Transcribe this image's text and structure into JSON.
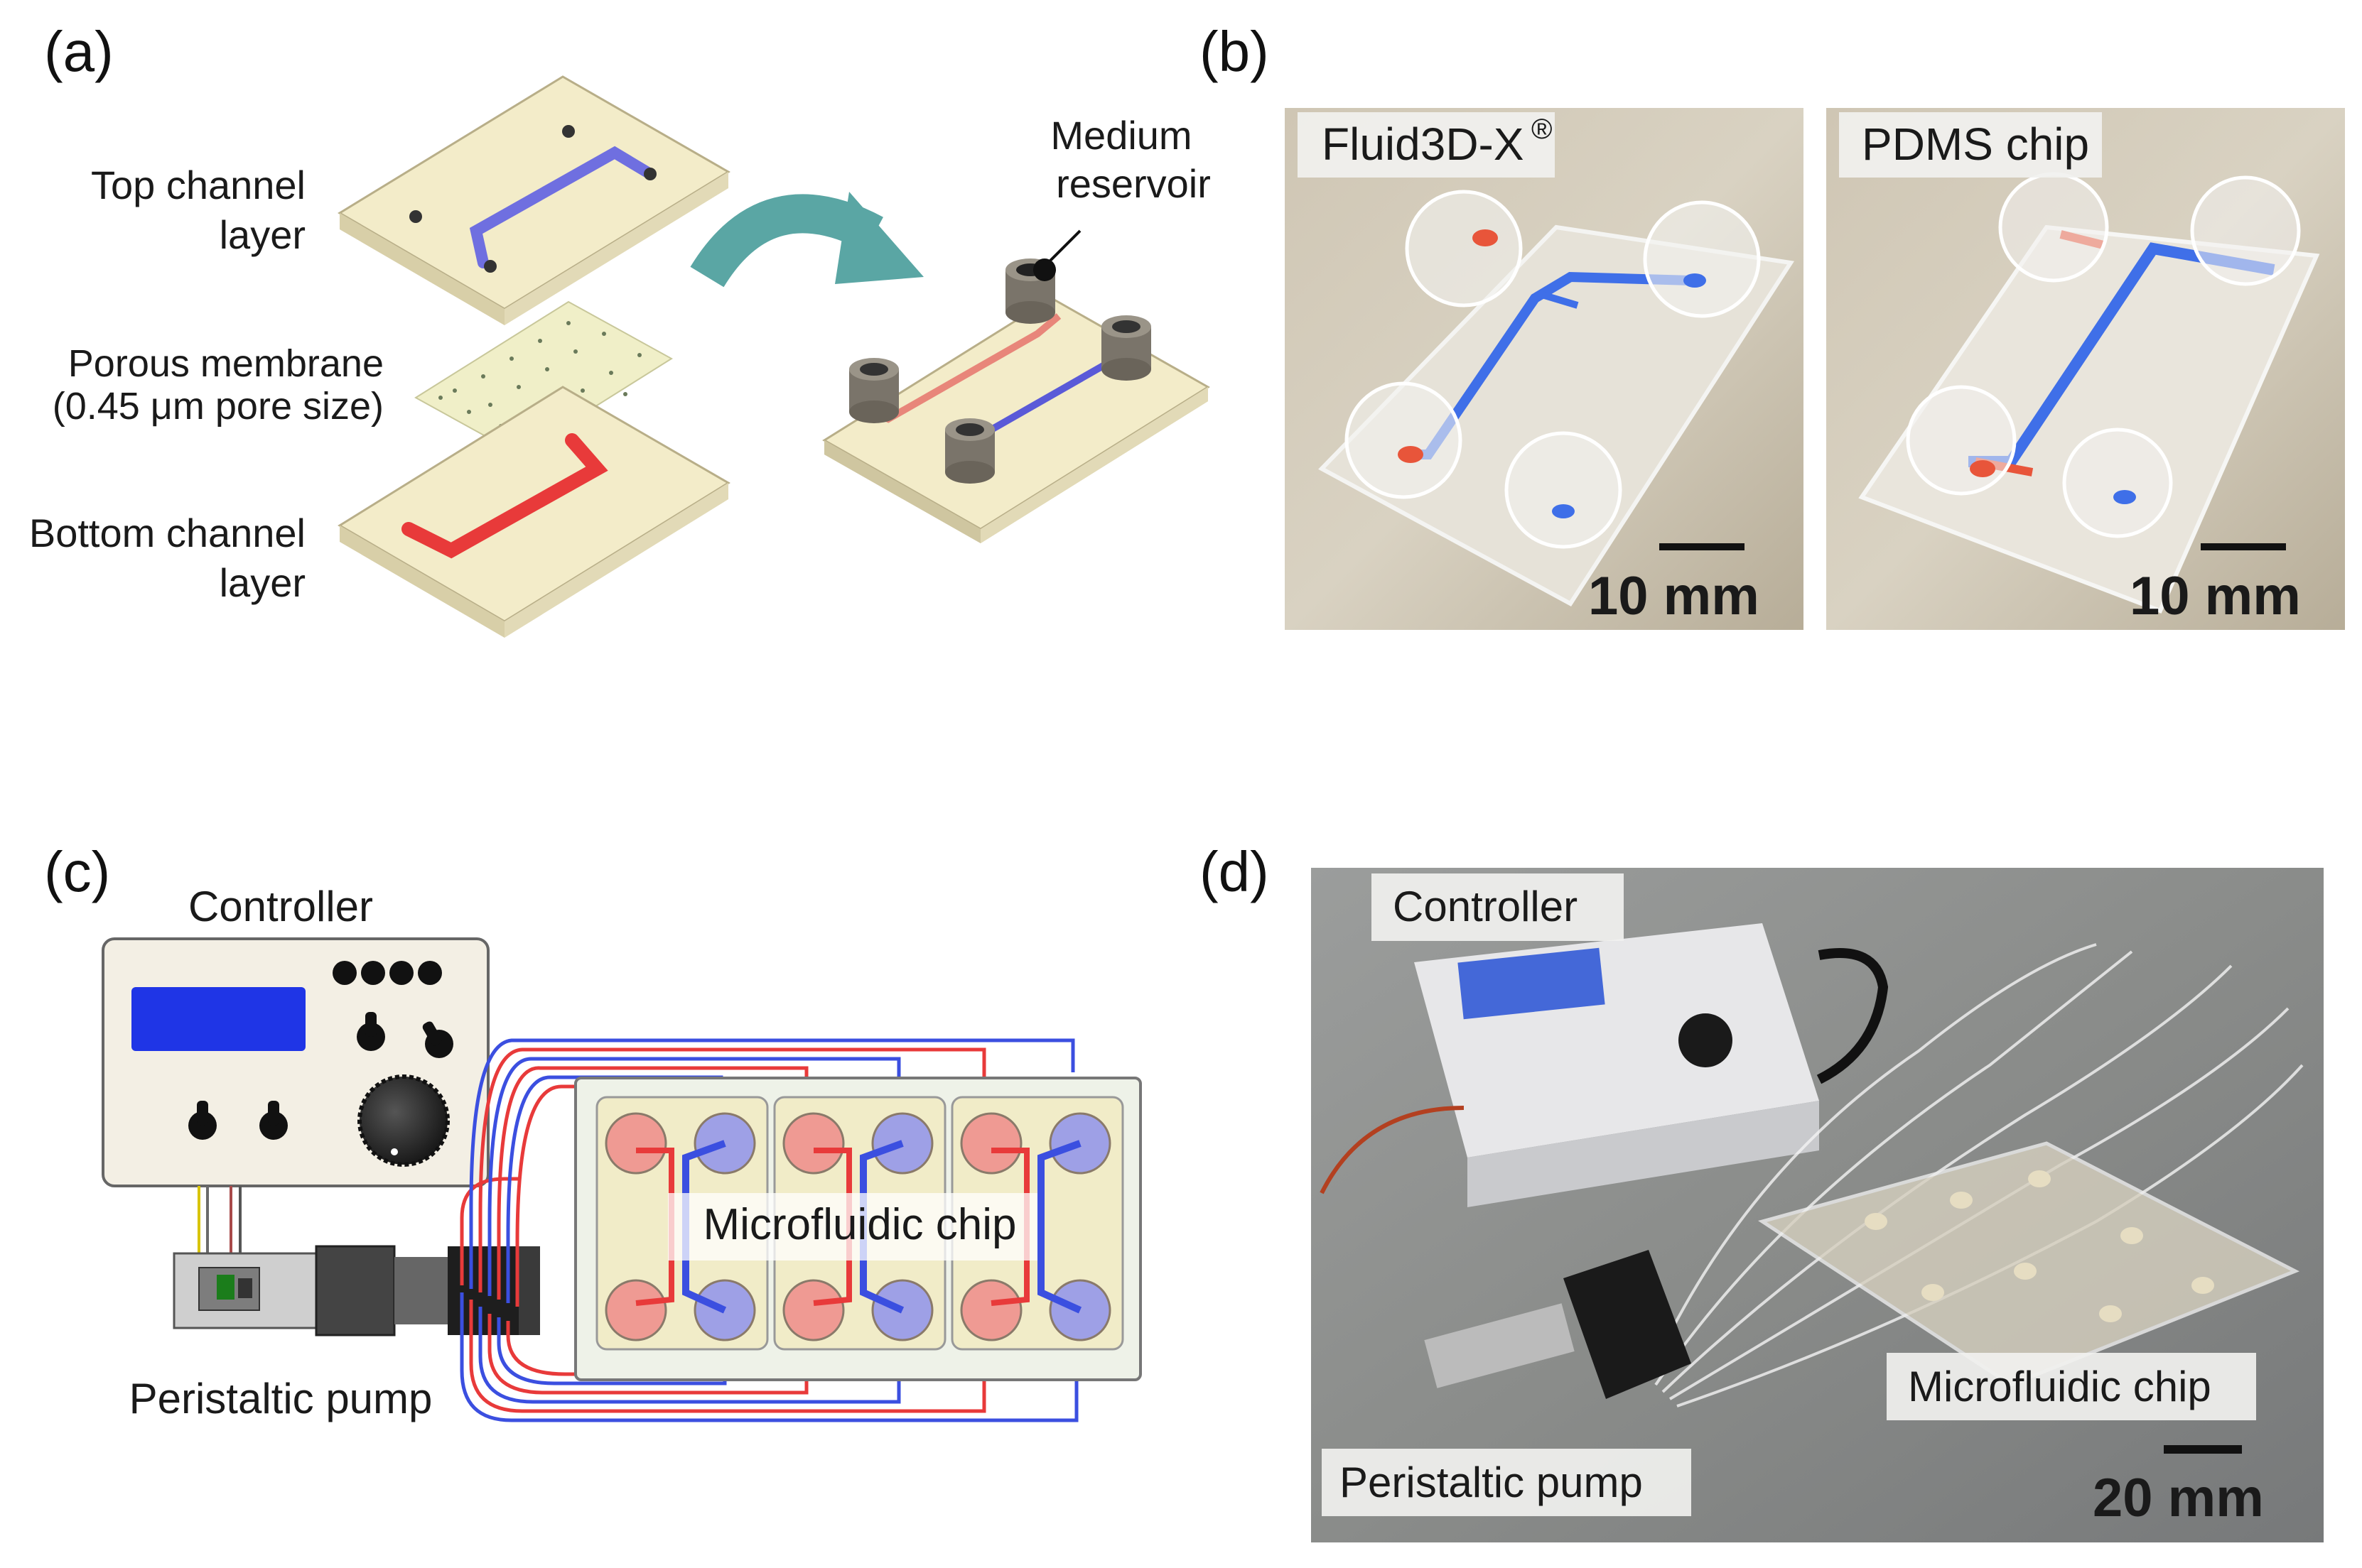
{
  "panels": {
    "a": {
      "label": "(a)",
      "top_layer": [
        "Top channel",
        "layer"
      ],
      "membrane": [
        "Porous membrane",
        "(0.45 μm pore size)"
      ],
      "bottom_layer": [
        "Bottom channel",
        "layer"
      ],
      "reservoir": [
        "Medium",
        "reservoir"
      ]
    },
    "b": {
      "label": "(b)",
      "left_title": "Fluid3D-X",
      "left_sup": "®",
      "right_title": "PDMS chip",
      "scale_left": "10 mm",
      "scale_right": "10 mm"
    },
    "c": {
      "label": "(c)",
      "controller": "Controller",
      "pump": "Peristaltic pump",
      "chip": "Microfluidic chip"
    },
    "d": {
      "label": "(d)",
      "controller": "Controller",
      "pump": "Peristaltic pump",
      "chip": "Microfluidic chip",
      "scale": "20 mm"
    }
  },
  "colors": {
    "red_medium": "#e83a3a",
    "blue_medium": "#3b4fe0",
    "teal_arrow": "#5aa6a4",
    "layer_fill": "#f3ecc9",
    "display_blue": "#1f35e6"
  }
}
